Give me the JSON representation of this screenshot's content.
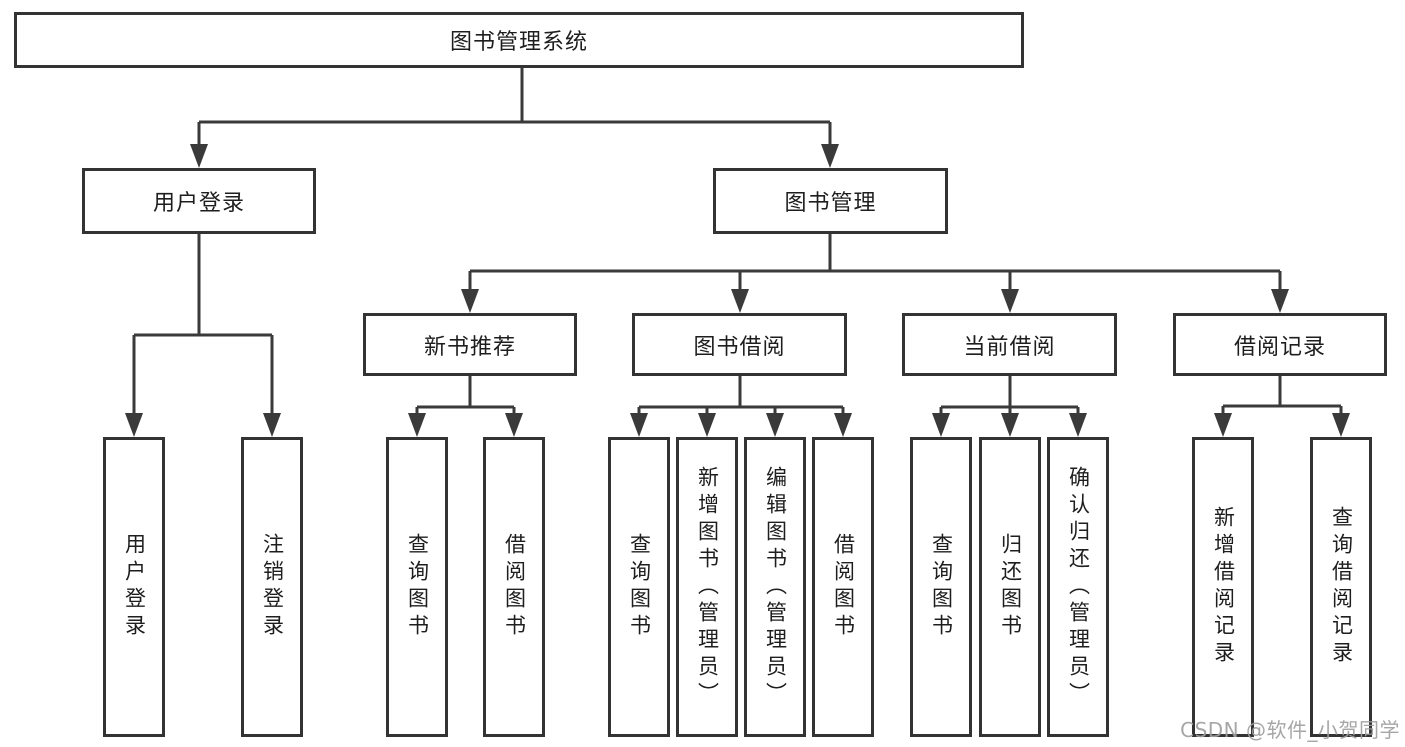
{
  "diagram": {
    "title": "图书管理系统",
    "tree": {
      "root": {
        "label": "图书管理系统",
        "children": [
          {
            "label": "用户登录",
            "children": [
              {
                "label": "用户登录"
              },
              {
                "label": "注销登录"
              }
            ]
          },
          {
            "label": "图书管理",
            "children": [
              {
                "label": "新书推荐",
                "children": [
                  {
                    "label": "查询图书"
                  },
                  {
                    "label": "借阅图书"
                  }
                ]
              },
              {
                "label": "图书借阅",
                "children": [
                  {
                    "label": "查询图书"
                  },
                  {
                    "label": "新增图书（管理员）"
                  },
                  {
                    "label": "编辑图书（管理员）"
                  },
                  {
                    "label": "借阅图书"
                  }
                ]
              },
              {
                "label": "当前借阅",
                "children": [
                  {
                    "label": "查询图书"
                  },
                  {
                    "label": "归还图书"
                  },
                  {
                    "label": "确认归还（管理员）"
                  }
                ]
              },
              {
                "label": "借阅记录",
                "children": [
                  {
                    "label": "新增借阅记录"
                  },
                  {
                    "label": "查询借阅记录"
                  }
                ]
              }
            ]
          }
        ]
      }
    },
    "colors": {
      "line": "#3a3a3a",
      "box_border": "#333333",
      "text": "#1e1e1e",
      "background": "#ffffff",
      "watermark": "#9e9e9e"
    }
  },
  "watermark": {
    "text": "CSDN @软件_小贺同学"
  }
}
